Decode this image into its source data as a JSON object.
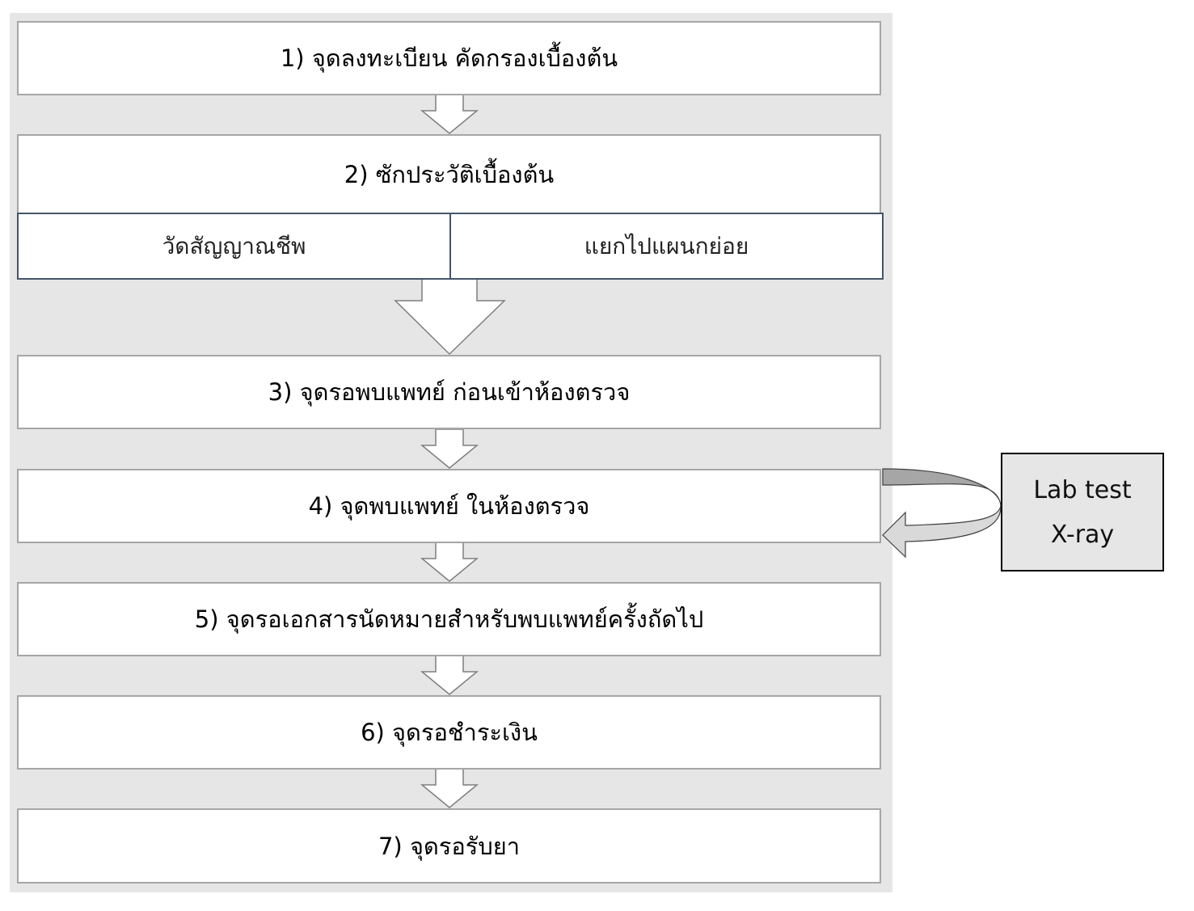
{
  "steps": [
    "1) จุดลงทะเบียน คัดกรองเบื้องต้น",
    "2) ซักประวัติเบื้องต้น",
    "3) จุดรอพบแพทย์ ก่อนเข้าห้องตรวจ",
    "4) จุดพบแพทย์ ในห้องตรวจ",
    "5) จุดรอเอกสารนัดหมายสำหรับพบแพทย์ครั้งถัดไป",
    "6) จุดรอชำระเงิน",
    "7) จุดรอรับยา"
  ],
  "step2_sub": [
    "วัดสัญญาณชีพ",
    "แยกไปแผนกย่อย"
  ],
  "side_box": [
    "Lab test",
    "X-ray"
  ]
}
